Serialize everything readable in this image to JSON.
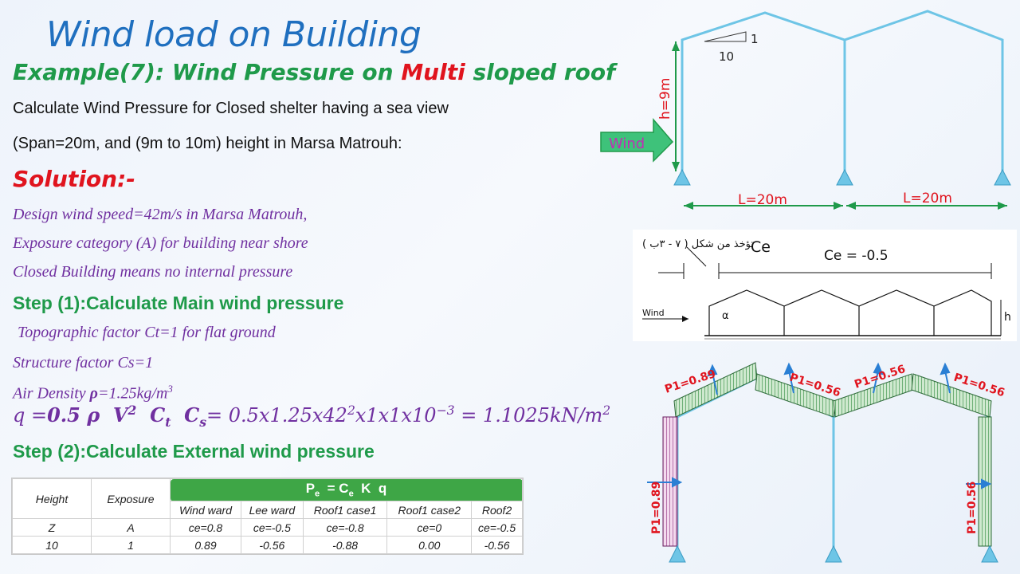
{
  "title": "Wind load on Building",
  "example": {
    "prefix": "Example(7): Wind Pressure on ",
    "highlight": "Multi",
    "suffix": " sloped roof"
  },
  "problem": {
    "line1": "Calculate Wind Pressure for Closed shelter having a sea view",
    "line2": "(Span=20m, and (9m to 10m) height in Marsa Matrouh:"
  },
  "solution_heading": "Solution:-",
  "notes": [
    "Design wind speed=42m/s in Marsa Matrouh,",
    "Exposure category (A) for building near shore",
    "Closed Building means no internal pressure"
  ],
  "step1": "Step (1):Calculate Main wind pressure",
  "factors": {
    "topo": "Topographic factor Ct=1 for flat ground",
    "structure": "Structure factor Cs=1",
    "air_density_prefix": "Air Density ",
    "air_density_value": "=1.25kg/m"
  },
  "equation": {
    "rhs": "0.5x1.25x42",
    "rhs2": "x1x1x10",
    "result": " = 1.1025kN/m"
  },
  "step2": "Step (2):Calculate External wind pressure",
  "table": {
    "col_height": "Height",
    "col_exposure": "Exposure",
    "formula": "Pe = Ce K q",
    "subheaders": [
      "Wind ward",
      "Lee ward",
      "Roof1 case1",
      "Roof1 case2",
      "Roof2"
    ],
    "row1": [
      "Z",
      "A",
      "ce=0.8",
      "ce=-0.5",
      "ce=-0.8",
      "ce=0",
      "ce=-0.5"
    ],
    "row2": [
      "10",
      "1",
      "0.89",
      "-0.56",
      "-0.88",
      "0.00",
      "-0.56"
    ]
  },
  "frame_diagram": {
    "slope_run": "10",
    "slope_rise": "1",
    "height_label": "h=9m",
    "wind_label": "Wind",
    "span1": "L=20m",
    "span2": "L=20m"
  },
  "code_figure": {
    "arabic_ref": "( ٧ - ٣ب ) تؤخذ من شكل",
    "ce_symbol": "Ce",
    "ce_value": "Ce =  -0.5",
    "wind": "Wind",
    "alpha": "α",
    "h": "h"
  },
  "load_diagram": {
    "labels": [
      "P1=0.89",
      "P1=0.56",
      "P1=0.56",
      "P1=0.56",
      "P1=0.89",
      "P1=0.56"
    ]
  },
  "colors": {
    "frame": "#6ec5e6",
    "green": "#1f9a4a",
    "red": "#e0141e",
    "violet": "#7030a0",
    "blue_title": "#1f6fbf"
  }
}
